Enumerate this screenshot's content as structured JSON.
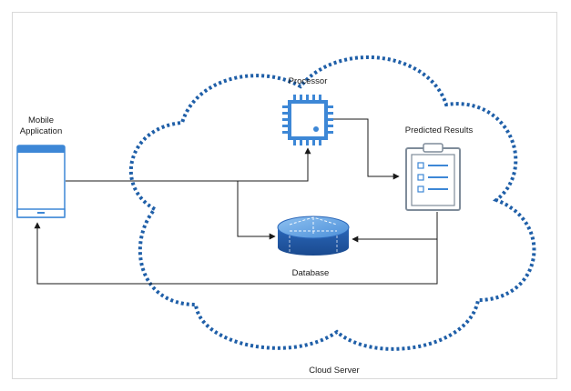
{
  "diagram": {
    "mobile_label_line1": "Mobile",
    "mobile_label_line2": "Application",
    "processor_label": "Processor",
    "results_label": "Predicted Results",
    "database_label": "Database",
    "cloud_label": "Cloud Server"
  },
  "colors": {
    "cloud_outline": "#1f5fa8",
    "icon_blue": "#3d87d6",
    "icon_gray": "#7f8c9a",
    "connector": "#1a1a1a"
  }
}
